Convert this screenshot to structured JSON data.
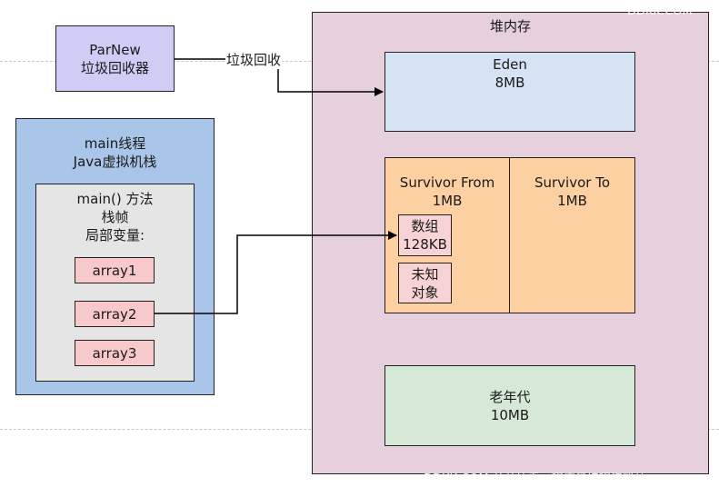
{
  "colors": {
    "parnew_fill": "#cfcdf5",
    "heap_fill": "#e6d0dd",
    "eden_fill": "#d5e3f3",
    "survivor_fill": "#fdd0a2",
    "chip_fill": "#f7d3d5",
    "oldgen_fill": "#d6e8d6",
    "thread_fill": "#a9c5ea",
    "frame_fill": "#e5e5e5",
    "var_fill": "#f8c9cb"
  },
  "parnew": {
    "line1": "ParNew",
    "line2": "垃圾回收器"
  },
  "gc_edge_label": "垃圾回收",
  "heap": {
    "title": "堆内存",
    "eden": {
      "name": "Eden",
      "size": "8MB"
    },
    "survivor_from": {
      "name": "Survivor From",
      "size": "1MB",
      "objects": [
        {
          "line1": "数组",
          "line2": "128KB"
        },
        {
          "line1": "未知",
          "line2": "对象"
        }
      ]
    },
    "survivor_to": {
      "name": "Survivor To",
      "size": "1MB"
    },
    "old_gen": {
      "name": "老年代",
      "size": "10MB"
    }
  },
  "thread": {
    "title_line1": "main线程",
    "title_line2": "Java虚拟机栈",
    "frame": {
      "line1": "main() 方法",
      "line2": "栈帧",
      "line3": "局部变量:",
      "vars": [
        "array1",
        "array2",
        "array3"
      ]
    }
  },
  "watermarks": [
    "DDKK.COM",
    "DDKK.COM 弟弟快看，程序员编程资料站"
  ]
}
